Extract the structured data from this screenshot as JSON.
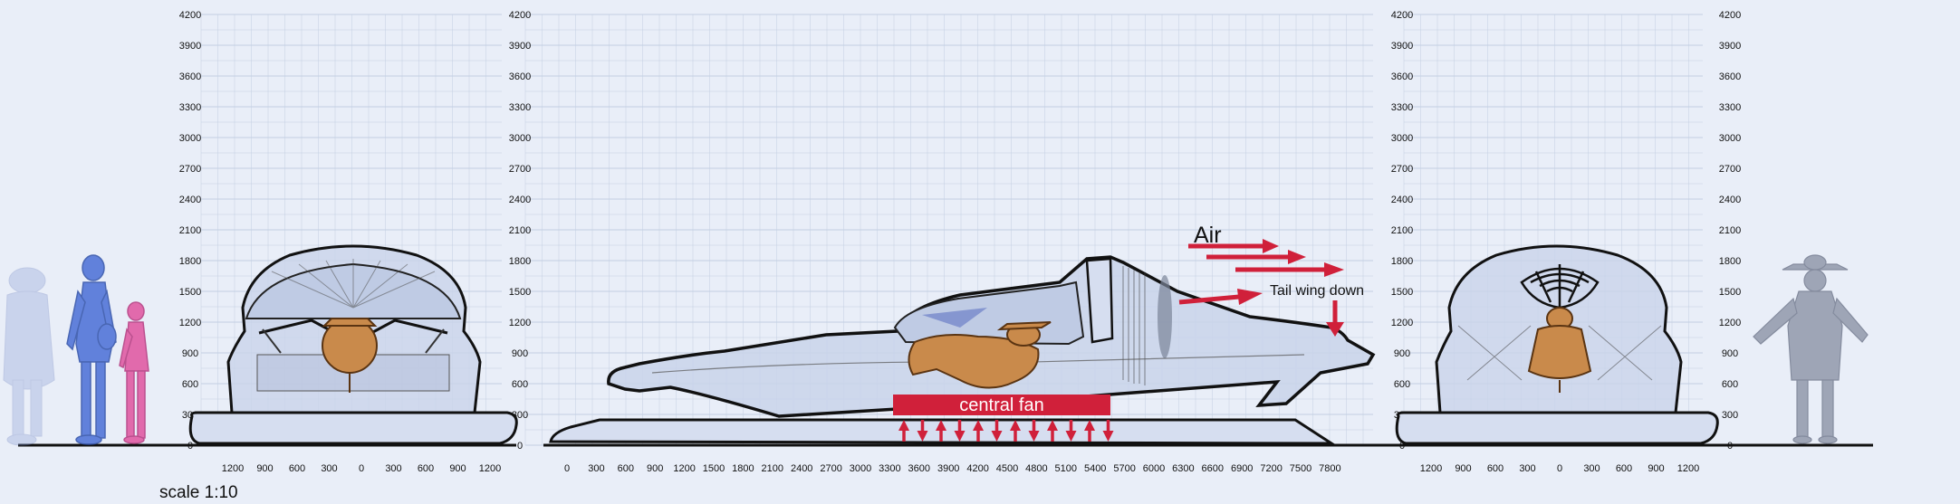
{
  "y_ticks": [
    "4200",
    "3900",
    "3600",
    "3300",
    "3000",
    "2700",
    "2400",
    "2100",
    "1800",
    "1500",
    "1200",
    "900",
    "600",
    "300",
    "0"
  ],
  "front_x_ticks": [
    "1200",
    "900",
    "600",
    "300",
    "0",
    "300",
    "600",
    "900",
    "1200"
  ],
  "side_x_ticks": [
    "0",
    "300",
    "600",
    "900",
    "1200",
    "1500",
    "1800",
    "2100",
    "2400",
    "2700",
    "3000",
    "3300",
    "3600",
    "3900",
    "4200",
    "4500",
    "4800",
    "5100",
    "5400",
    "5700",
    "6000",
    "6300",
    "6600",
    "6900",
    "7200",
    "7500",
    "7800"
  ],
  "back_x_ticks": [
    "1200",
    "900",
    "600",
    "300",
    "0",
    "300",
    "600",
    "900",
    "1200"
  ],
  "annotations": {
    "air": "Air",
    "tail_wing": "Tail wing down",
    "central_fan": "central fan"
  },
  "scale_label": "scale 1:10",
  "colors": {
    "background": "#e9eef8",
    "grid": "#c3cfe2",
    "accent_red": "#d0203a",
    "body_fill": "#c9d3ea",
    "pilot": "#c98a4b",
    "figure_blue": "#4a6fd6",
    "figure_pink": "#e04a9a",
    "figure_gray": "#8c94a6"
  }
}
